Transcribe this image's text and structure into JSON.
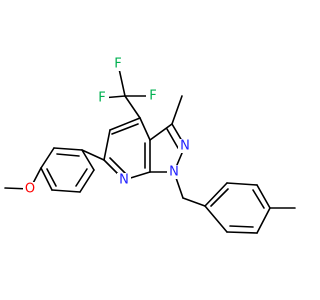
{
  "colors": {
    "bond": "#000000",
    "F": "#00b050",
    "N": "#1f1fff",
    "O": "#ff0000",
    "background": "#ffffff"
  },
  "atoms": {
    "F1": "F",
    "F2": "F",
    "F3": "F",
    "N_pyridine": "N",
    "N_pyrazole_2": "N",
    "N_pyrazole_1": "N",
    "O_methoxy": "O"
  }
}
